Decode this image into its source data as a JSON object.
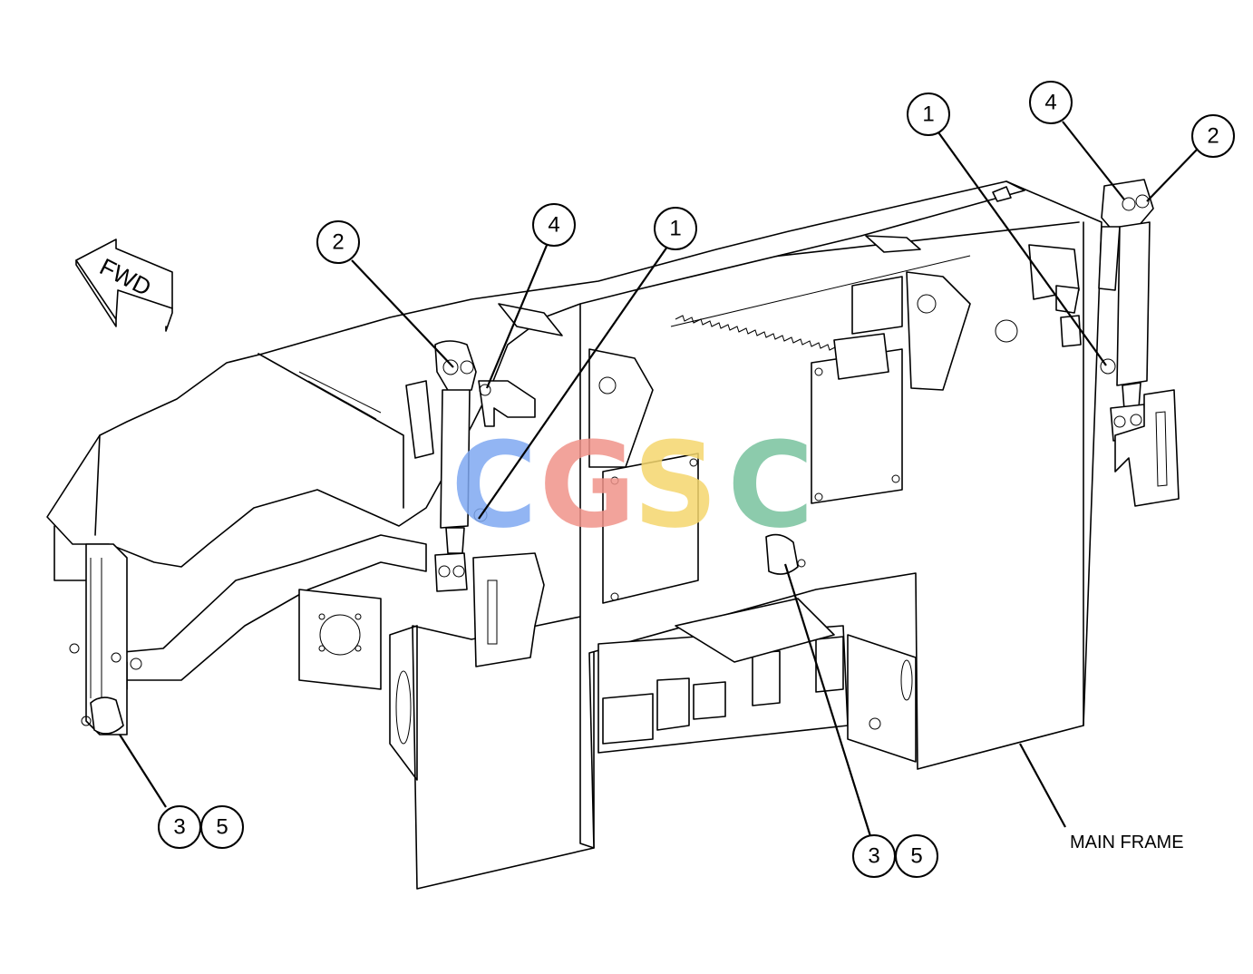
{
  "fwd_label": "FWD",
  "main_frame_label": "MAIN FRAME",
  "watermark": {
    "letters": [
      {
        "char": "C",
        "color": "#7fa9f2"
      },
      {
        "char": "G",
        "color": "#f0938a"
      },
      {
        "char": "S",
        "color": "#f5d76e"
      },
      {
        "char": "C",
        "color": "#78c29e"
      }
    ]
  },
  "callouts": {
    "c1_left": "1",
    "c1_right": "1",
    "c2_left": "2",
    "c2_right": "2",
    "c4_left": "4",
    "c4_right": "4",
    "c3_left": "3",
    "c5_left": "5",
    "c3_mid": "3",
    "c5_mid": "5"
  }
}
